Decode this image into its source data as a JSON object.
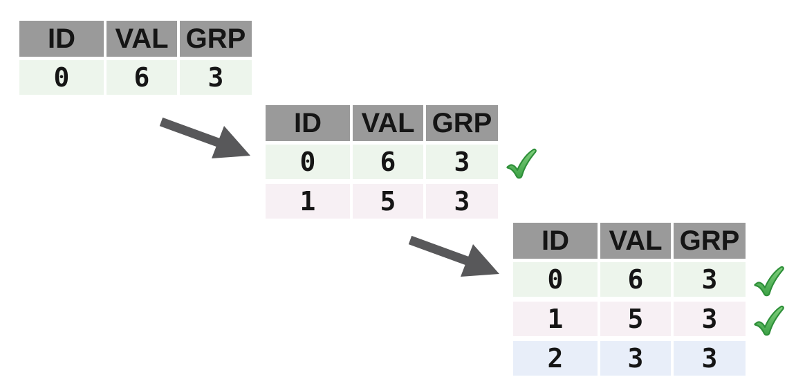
{
  "figure": {
    "kind": "incremental-table-append-diagram",
    "step_count": 3
  },
  "colors": {
    "header_bg": "#9a9a9a",
    "row_green": "#edf5ec",
    "row_pink": "#f7f0f4",
    "row_blue": "#e8eef9",
    "arrow": "#58585a",
    "check_fill_top": "#82d07e",
    "check_fill_bottom": "#3da246",
    "check_outline": "#2e8f39",
    "text": "#151515"
  },
  "icons": {
    "arrow": "arrow-icon",
    "check": "check-icon"
  },
  "tables": [
    {
      "id": "step-1",
      "headers": [
        "ID",
        "VAL",
        "GRP"
      ],
      "rows": [
        {
          "cells": [
            "0",
            "6",
            "3"
          ],
          "tint": "green",
          "check": false
        }
      ]
    },
    {
      "id": "step-2",
      "headers": [
        "ID",
        "VAL",
        "GRP"
      ],
      "rows": [
        {
          "cells": [
            "0",
            "6",
            "3"
          ],
          "tint": "green",
          "check": true
        },
        {
          "cells": [
            "1",
            "5",
            "3"
          ],
          "tint": "pink",
          "check": false
        }
      ]
    },
    {
      "id": "step-3",
      "headers": [
        "ID",
        "VAL",
        "GRP"
      ],
      "rows": [
        {
          "cells": [
            "0",
            "6",
            "3"
          ],
          "tint": "green",
          "check": true
        },
        {
          "cells": [
            "1",
            "5",
            "3"
          ],
          "tint": "pink",
          "check": true
        },
        {
          "cells": [
            "2",
            "3",
            "3"
          ],
          "tint": "blue",
          "check": false
        }
      ]
    }
  ]
}
